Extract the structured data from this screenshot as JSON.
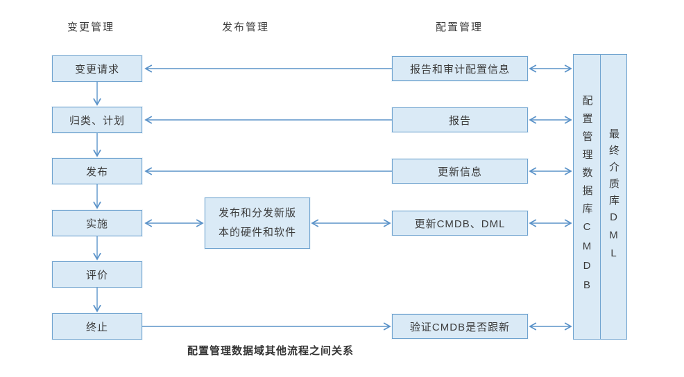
{
  "diagram": {
    "caption": "配置管理数据域其他流程之间关系",
    "headers": [
      {
        "label": "变更管理"
      },
      {
        "label": "发布管理"
      },
      {
        "label": "配置管理"
      }
    ],
    "change_flow": [
      {
        "label": "变更请求"
      },
      {
        "label": "归类、计划"
      },
      {
        "label": "发布"
      },
      {
        "label": "实施"
      },
      {
        "label": "评价"
      },
      {
        "label": "终止"
      }
    ],
    "release_box": {
      "label": "发布和分发新版本的硬件和软件"
    },
    "config_boxes": [
      {
        "label": "报告和审计配置信息"
      },
      {
        "label": "报告"
      },
      {
        "label": "更新信息"
      },
      {
        "label": "更新CMDB、DML"
      },
      {
        "label": "验证CMDB是否跟新"
      }
    ],
    "stores": [
      {
        "label": "配置管理数据库CMDB"
      },
      {
        "label": "最终介质库DML"
      }
    ],
    "colors": {
      "box_fill": "#daeaf6",
      "box_border": "#6fa3cf",
      "arrow": "#5b93c9",
      "text": "#3b3b3b"
    }
  }
}
